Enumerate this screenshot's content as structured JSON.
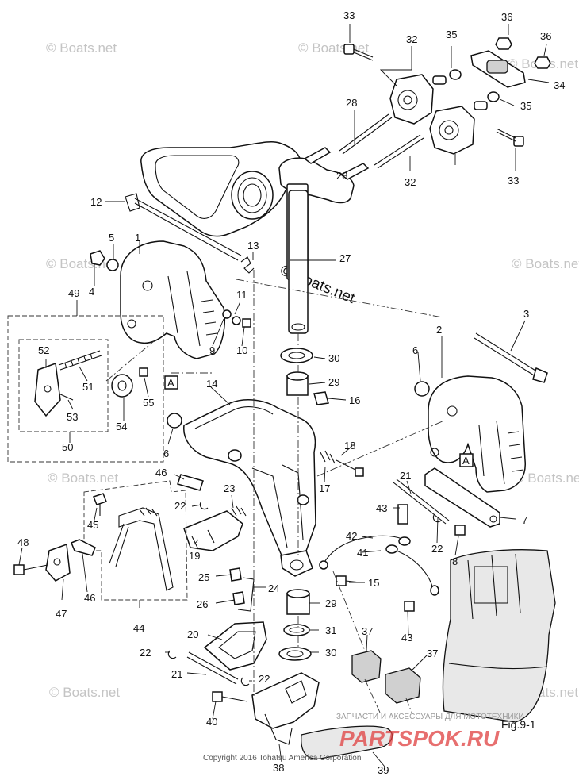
{
  "diagram": {
    "figure_label": "Fig.9-1",
    "copyright": "Copyright 2016 Tohatsu America Corporation",
    "watermark": "© Boats.net",
    "center_watermark": "© Boats.net",
    "footer_text": "ЗАПЧАСТИ И АКСЕССУАРЫ ДЛЯ МОТОТЕХНИКИ",
    "footer_logo": "PARTSPOK.RU",
    "box_marker": "A"
  },
  "callouts": [
    "33",
    "32",
    "35",
    "36",
    "36",
    "34",
    "35",
    "28",
    "28",
    "32",
    "33",
    "12",
    "5",
    "1",
    "13",
    "27",
    "4",
    "11",
    "9",
    "10",
    "49",
    "52",
    "51",
    "53",
    "55",
    "54",
    "50",
    "30",
    "3",
    "2",
    "6",
    "29",
    "16",
    "14",
    "6",
    "18",
    "17",
    "46",
    "21",
    "7",
    "45",
    "22",
    "23",
    "43",
    "44",
    "48",
    "42",
    "41",
    "19",
    "22",
    "8",
    "47",
    "46",
    "25",
    "24",
    "15",
    "26",
    "29",
    "43",
    "20",
    "31",
    "22",
    "30",
    "37",
    "37",
    "21",
    "22",
    "40",
    "38",
    "39"
  ]
}
